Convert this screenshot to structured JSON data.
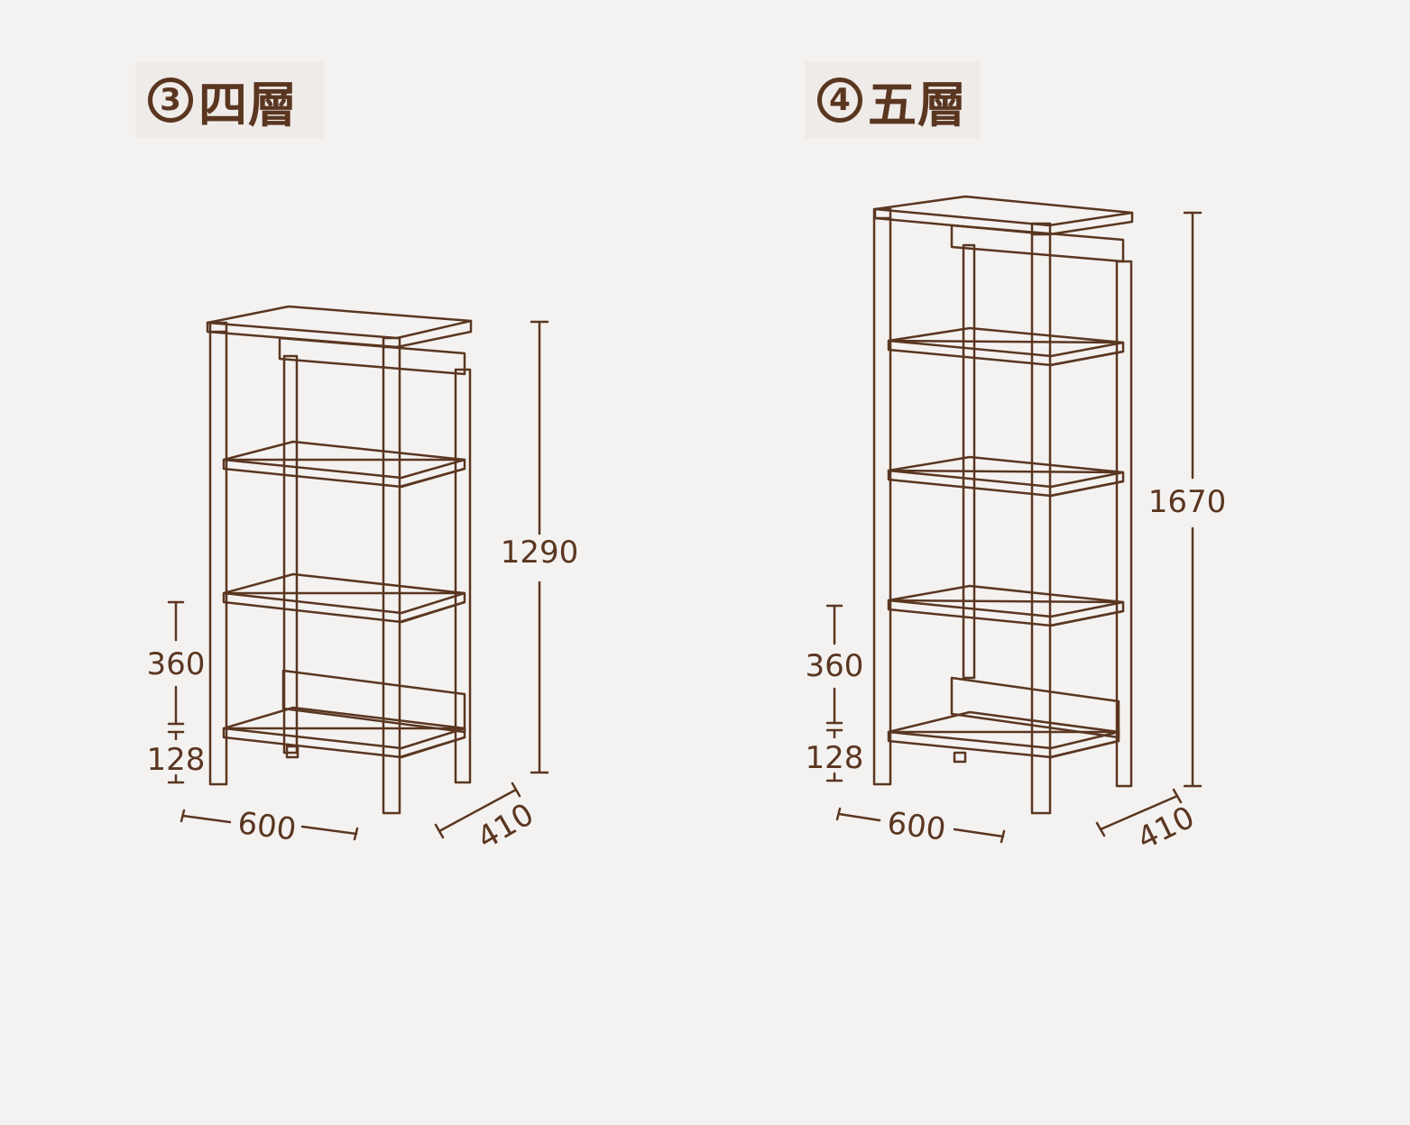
{
  "colors": {
    "line": "#5a3621",
    "background": "#f4f2f0",
    "title_bg": "#efebe8"
  },
  "variants": [
    {
      "number": "3",
      "title": "四層",
      "dims": {
        "height": "1290",
        "width": "600",
        "depth": "410",
        "top_gap": "360",
        "bottom_gap": "128"
      }
    },
    {
      "number": "4",
      "title": "五層",
      "dims": {
        "height": "1670",
        "width": "600",
        "depth": "410",
        "top_gap": "360",
        "bottom_gap": "128"
      }
    }
  ]
}
